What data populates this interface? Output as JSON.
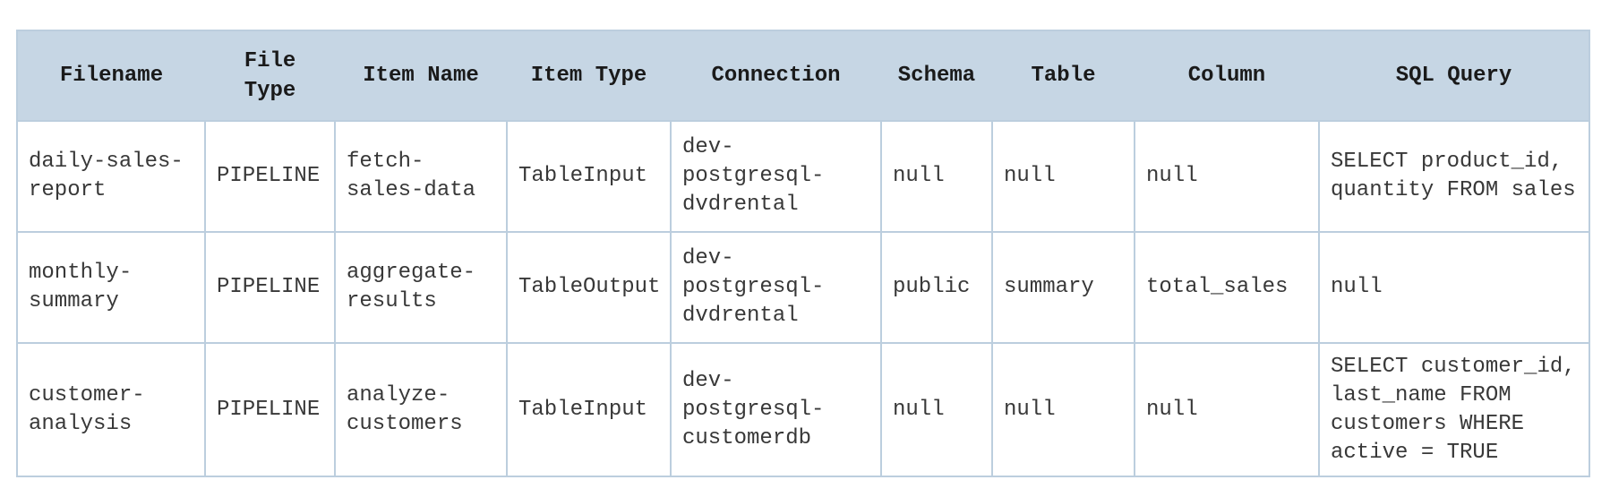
{
  "colors": {
    "page_bg": "#ffffff",
    "header_bg": "#c6d6e4",
    "border": "#bccede",
    "header_text": "#1a1a1a",
    "body_text": "#383838"
  },
  "table": {
    "columns": [
      "Filename",
      "File\nType",
      "Item Name",
      "Item Type",
      "Connection",
      "Schema",
      "Table",
      "Column",
      "SQL Query"
    ],
    "rows": [
      [
        "daily-sales-\nreport",
        "PIPELINE",
        "fetch-\nsales-data",
        "TableInput",
        "dev-\npostgresql-\ndvdrental",
        "null",
        "null",
        "null",
        "SELECT product_id,\nquantity FROM sales"
      ],
      [
        "monthly-\nsummary",
        "PIPELINE",
        "aggregate-\nresults",
        "TableOutput",
        "dev-\npostgresql-\ndvdrental",
        "public",
        "summary",
        "total_sales",
        "null"
      ],
      [
        "customer-\nanalysis",
        "PIPELINE",
        "analyze-\ncustomers",
        "TableInput",
        "dev-\npostgresql-\ncustomerdb",
        "null",
        "null",
        "null",
        "SELECT customer_id,\nlast_name FROM\ncustomers WHERE\nactive = TRUE"
      ]
    ]
  }
}
